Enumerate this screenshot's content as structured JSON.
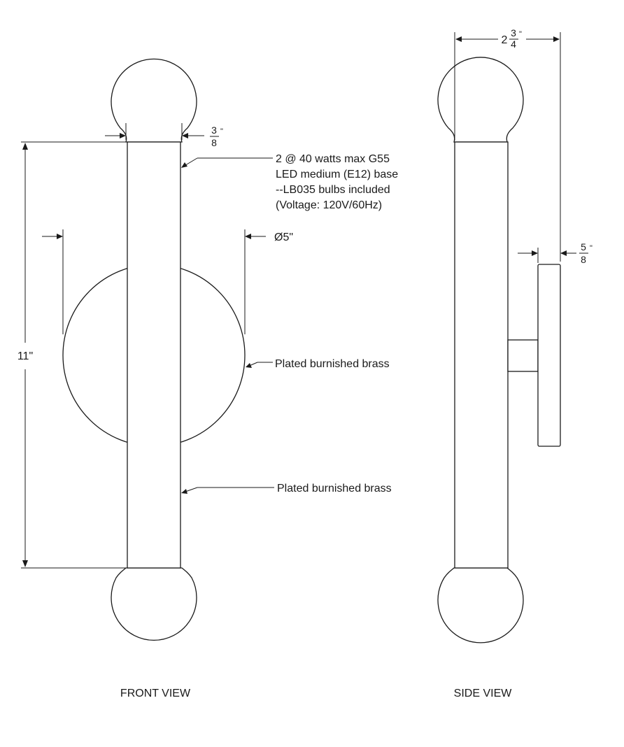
{
  "annotations": {
    "bulb_spec": [
      "2 @ 40 watts max G55",
      "LED medium (E12) base",
      "--LB035 bulbs included",
      "(Voltage: 120V/60Hz)"
    ],
    "backplate_finish": "Plated burnished brass",
    "body_finish": "Plated burnished brass"
  },
  "dimensions": {
    "height": "11\"",
    "backplate_diameter": "Ø5\"",
    "neck_width": {
      "num": "3",
      "den": "8",
      "unit": "\""
    },
    "depth": {
      "whole": "2",
      "num": "3",
      "den": "4",
      "unit": "\""
    },
    "plate_thickness": {
      "num": "5",
      "den": "8",
      "unit": "\""
    }
  },
  "views": {
    "front": "FRONT VIEW",
    "side": "SIDE VIEW"
  }
}
